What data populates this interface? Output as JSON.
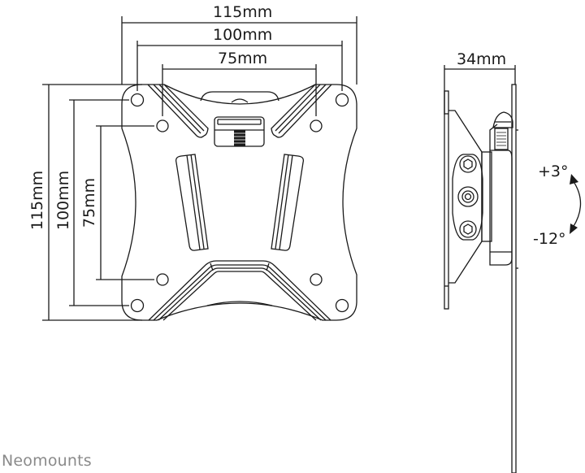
{
  "front_view": {
    "horizontal_dimensions": [
      {
        "label": "115mm"
      },
      {
        "label": "100mm"
      },
      {
        "label": "75mm"
      }
    ],
    "vertical_dimensions": [
      {
        "label": "115mm"
      },
      {
        "label": "100mm"
      },
      {
        "label": "75mm"
      }
    ]
  },
  "side_view": {
    "depth_label": "34mm",
    "tilt_up_label": "+3°",
    "tilt_down_label": "-12°"
  },
  "brand": {
    "name": "Neomounts"
  },
  "colors": {
    "line": "#1a1a1a",
    "brand_text": "#8a8a8a",
    "background": "#ffffff"
  }
}
